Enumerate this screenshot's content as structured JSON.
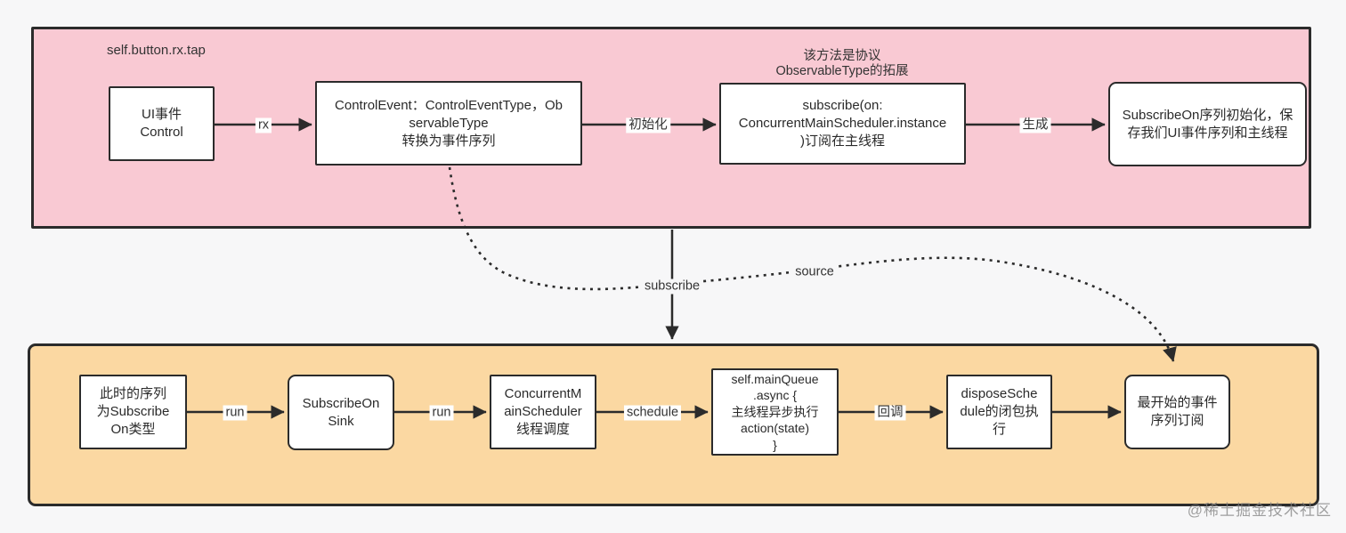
{
  "page": {
    "background": "#f7f7f8",
    "line_color": "#2b2b2b"
  },
  "top_section": {
    "bg_color": "#f9c9d3",
    "caption": "self.button.rx.tap",
    "note": "该方法是协议\nObservableType的拓展",
    "nodes": [
      {
        "id": "ui-event-control",
        "text": "UI事件\nControl"
      },
      {
        "id": "control-event",
        "text": "ControlEvent：ControlEventType，Ob\nservableType\n转换为事件序列"
      },
      {
        "id": "subscribe-on-main-scheduler",
        "text": "subscribe(on:\nConcurrentMainScheduler.instance\n)订阅在主线程"
      },
      {
        "id": "subscribe-on-sequence-init",
        "text": "SubscribeOn序列初始化，保\n存我们UI事件序列和主线程"
      }
    ],
    "edge_labels": [
      "rx",
      "初始化",
      "生成"
    ]
  },
  "bottom_section": {
    "bg_color": "#fbd8a2",
    "nodes": [
      {
        "id": "current-sequence-type",
        "text": "此时的序列\n为Subscribe\nOn类型"
      },
      {
        "id": "subscribe-on-sink",
        "text": "SubscribeOn\nSink"
      },
      {
        "id": "concurrent-main-scheduler",
        "text": "ConcurrentM\nainScheduler\n线程调度"
      },
      {
        "id": "main-queue-async",
        "text": "self.mainQueue\n.async {\n主线程异步执行\naction(state)\n}"
      },
      {
        "id": "dispose-schedule-closure",
        "text": "disposeSche\ndule的闭包执\n行"
      },
      {
        "id": "original-sequence-subscription",
        "text": "最开始的事件\n序列订阅"
      }
    ],
    "edge_labels": [
      "run",
      "run",
      "schedule",
      "回调"
    ]
  },
  "connector_labels": {
    "subscribe": "subscribe",
    "source": "source"
  },
  "watermark": "@稀土掘金技术社区"
}
